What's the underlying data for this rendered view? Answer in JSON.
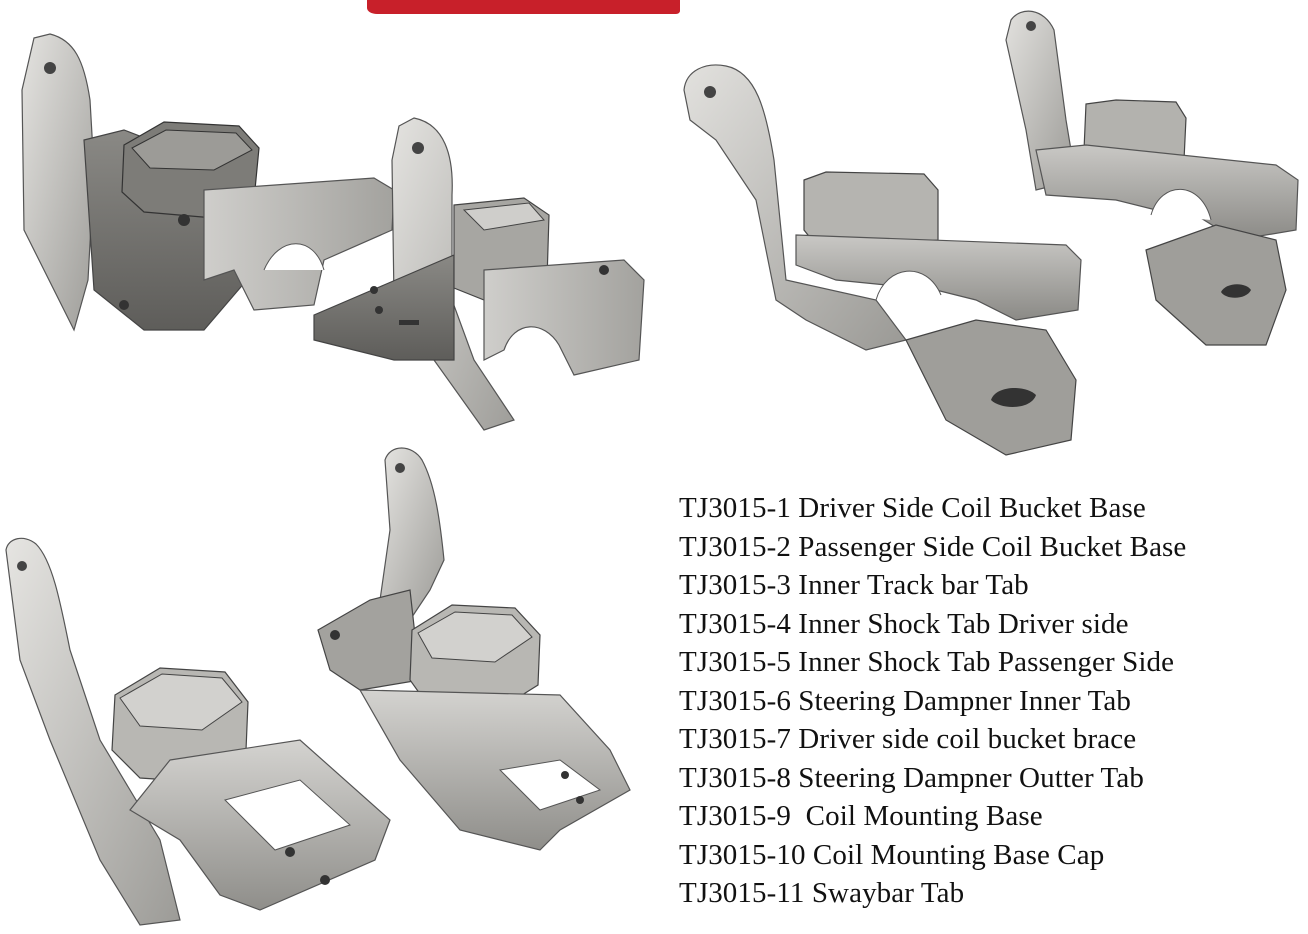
{
  "colors": {
    "banner": "#c8202a",
    "metal_light": "#d9d8d5",
    "metal_mid": "#a9a8a4",
    "metal_dark": "#6b6a67",
    "text": "#111111"
  },
  "renders": [
    {
      "id": "top-left",
      "icon": "coil-bucket-brackets-pair-render"
    },
    {
      "id": "top-right",
      "icon": "coil-bucket-brackets-rear-view-render"
    },
    {
      "id": "bottom-left",
      "icon": "coil-bucket-brackets-top-view-render"
    }
  ],
  "parts": [
    "TJ3015-1 Driver Side Coil Bucket Base",
    "TJ3015-2 Passenger Side Coil Bucket Base",
    "TJ3015-3 Inner Track bar Tab",
    "TJ3015-4 Inner Shock Tab Driver side",
    "TJ3015-5 Inner Shock Tab Passenger Side",
    "TJ3015-6 Steering Dampner Inner Tab",
    "TJ3015-7 Driver side coil bucket brace",
    "TJ3015-8 Steering Dampner Outter Tab",
    "TJ3015-9  Coil Mounting Base",
    "TJ3015-10 Coil Mounting Base Cap",
    "TJ3015-11 Swaybar Tab"
  ]
}
